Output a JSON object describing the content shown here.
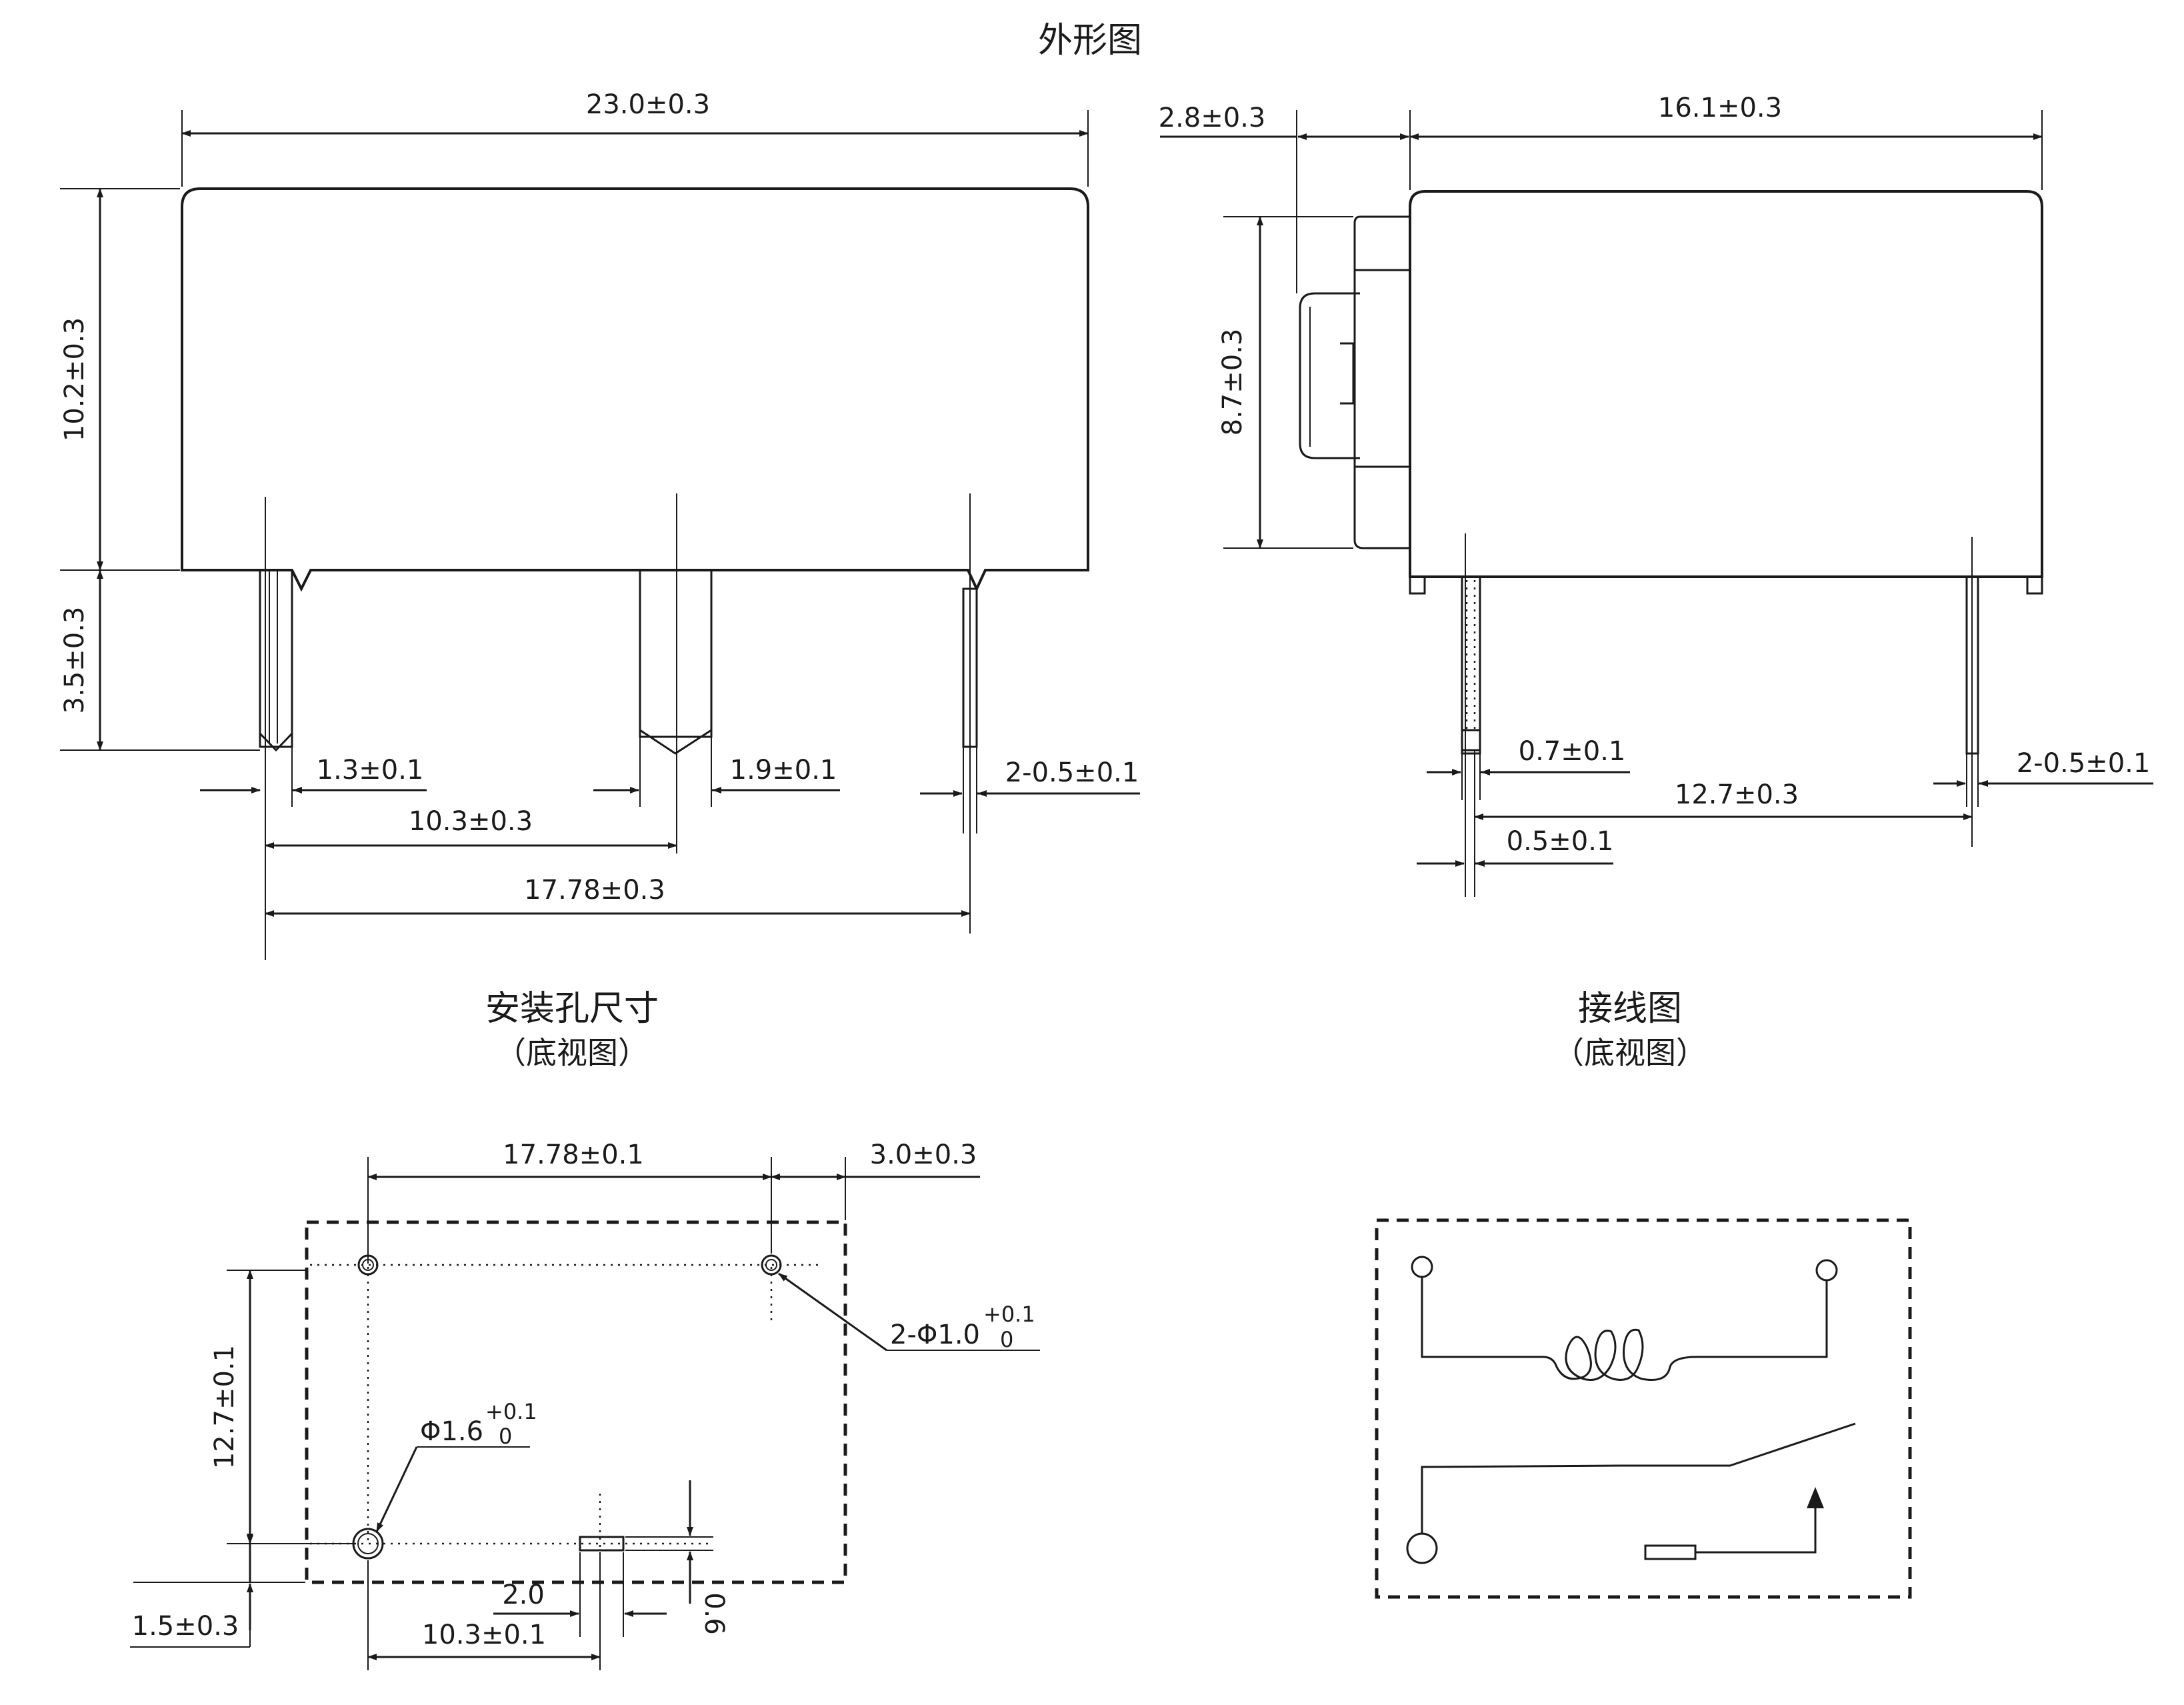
{
  "titles": {
    "outline": "外形图",
    "mounting": "安装孔尺寸",
    "mounting_sub": "（底视图）",
    "wiring": "接线图",
    "wiring_sub": "（底视图）"
  },
  "front_view": {
    "width": "23.0±0.3",
    "height": "10.2±0.3",
    "pin_length": "3.5±0.3",
    "pin_width_left": "1.3±0.1",
    "pin_width_mid": "1.9±0.1",
    "pin_width_right": "2-0.5±0.1",
    "pitch_mid": "10.3±0.3",
    "pitch_total": "17.78±0.3"
  },
  "side_view": {
    "offset": "2.8±0.3",
    "width": "16.1±0.3",
    "height": "8.7±0.3",
    "pin_a": "0.7±0.1",
    "pin_b": "0.5±0.1",
    "pin_right": "2-0.5±0.1",
    "pitch": "12.7±0.3"
  },
  "mounting": {
    "hole_pitch_x": "17.78±0.1",
    "edge_right": "3.0±0.3",
    "hole_pitch_y": "12.7±0.1",
    "edge_bottom": "1.5±0.3",
    "big_hole_main": "Φ1.6",
    "big_hole_upper": "+0.1",
    "big_hole_lower": "0",
    "small_holes_main": "2-Φ1.0",
    "small_holes_upper": "+0.1",
    "small_holes_lower": "0",
    "slot_length": "2.0",
    "slot_width": "0.6",
    "slot_pitch": "10.3±0.1"
  }
}
